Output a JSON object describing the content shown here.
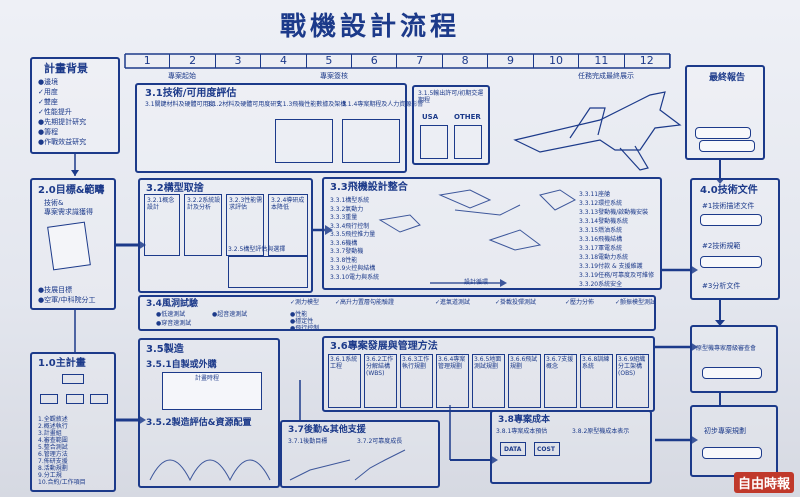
{
  "title": "戰機設計流程",
  "timeline": {
    "columns": [
      "1",
      "2",
      "3",
      "4",
      "5",
      "6",
      "7",
      "8",
      "9",
      "10",
      "11",
      "12"
    ],
    "markers": [
      "專案起始",
      "專案簽核",
      "任務完成最終展示"
    ]
  },
  "left": {
    "plan_title": "計畫背景",
    "plan_items": [
      "●邊境",
      "✓用度",
      "✓雙座",
      "✓性能提升",
      "●先期提計研究",
      "●籌程",
      "●作戰效益研究"
    ],
    "goal_title": "2.0目標&範疇",
    "goal_sub": "技術&",
    "goal_sub2": "專案需求識獲得",
    "goal_items": [
      "●技展目標",
      "●空軍/中科院分工"
    ],
    "main_title": "1.0主計畫",
    "main_items": [
      "1.全觀敘述",
      "2.概述執行",
      "3.計畫組",
      "4.審查範圍",
      "5.整合測試",
      "6.管理方法",
      "7.佈研支援",
      "8.活動規劃",
      "9.分工規",
      "10.合約/工作項目"
    ]
  },
  "right": {
    "final_title": "最終報告",
    "tech_title": "4.0技術文件",
    "tech_items": [
      "#1技術描述文件",
      "#2技術規範",
      "#3分析文件"
    ],
    "proto_label": "原型機專家層級審查會",
    "plan_label": "初步專案規劃"
  },
  "s31": {
    "title": "3.1技術/可用度評估",
    "items": [
      "3.1關鍵材料及硬體可用度",
      "3.1.2材料及硬體可用度研究",
      "3.1.3飛機性能數據及架構",
      "3.1.4專案期程及人力資源影響"
    ]
  },
  "s315": {
    "title": "3.1.5輸出許可/初期交運期程",
    "labels": [
      "USA",
      "OTHER"
    ]
  },
  "s32": {
    "title": "3.2構型取捨",
    "items": [
      "3.2.1概念設計",
      "3.2.2系統設計及分析",
      "3.2.3性能需求評估",
      "3.2.4導研成本降低"
    ],
    "sub": "3.2.5構型評估與選擇"
  },
  "s33": {
    "title": "3.3飛機設計整合",
    "left_items": [
      "3.3.1構型系統",
      "3.3.2氣動力",
      "3.3.3重量",
      "3.3.4飛行控制",
      "3.3.5飛控推力量",
      "3.3.6機構",
      "3.3.7發動機",
      "3.3.8性能",
      "3.3.9火控與結構",
      "3.3.10電力與系統"
    ],
    "right_items": [
      "3.3.11座艙",
      "3.3.12環控系統",
      "3.3.13發動機/啟動機安裝",
      "3.3.14發動機系統",
      "3.3.15燃油系統",
      "3.3.16飛機結構",
      "3.3.17軍電系統",
      "3.3.18電動力系統",
      "3.3.19付款 & 支援維護",
      "3.3.19任務/可靠度及可維修",
      "3.3.20系統安全"
    ],
    "loop": "設計循環"
  },
  "s34": {
    "title": "3.4風洞試驗",
    "items": [
      "✓測力模型",
      "✓高升力置層勾能驗證",
      "✓進氣道測試",
      "✓掛載投彈測試",
      "✓壓力分佈",
      "✓颤振模型測試"
    ],
    "sub": [
      "●低速測試",
      "●超音速測試",
      "●穿音速測試"
    ],
    "sub2": [
      "●性能",
      "●穩定性",
      "●飛行控制"
    ]
  },
  "s35": {
    "title": "3.5製造",
    "sub1": "3.5.1自製或外購",
    "sub1_chart": "計畫時程",
    "sub2": "3.5.2製造評估&資源配置"
  },
  "s36": {
    "title": "3.6專案發展與管理方法",
    "items": [
      "3.6.1系統工程",
      "3.6.2工作分解結構(WBS)",
      "3.6.3工作執行規劃",
      "3.6.4專案管理規劃",
      "3.6.5地面測試規劃",
      "3.6.6飛試規劃",
      "3.6.7支援概念",
      "3.6.8訓練系統",
      "3.6.9組織分工架構(OBS)"
    ]
  },
  "s37": {
    "title": "3.7後勤&其他支援",
    "items": [
      "3.7.1後勤目標",
      "3.7.2可靠度成長"
    ]
  },
  "s38": {
    "title": "3.8專案成本",
    "items": [
      "3.8.1專案成本預估",
      "3.8.2原型機成本表示"
    ],
    "labels": [
      "DATA",
      "COST"
    ]
  },
  "watermark": "自由時報"
}
